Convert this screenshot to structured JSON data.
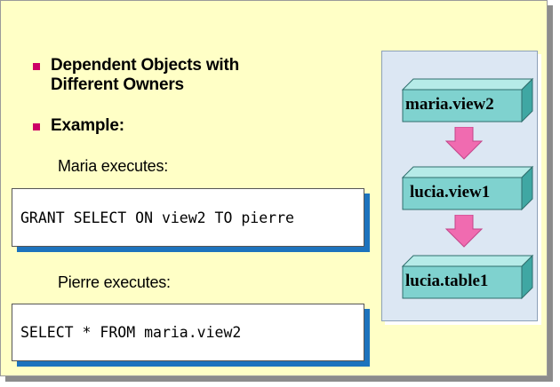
{
  "bullets": [
    {
      "line1": "Dependent Objects with",
      "line2": "Different Owners"
    },
    {
      "line1": "Example:"
    }
  ],
  "maria_caption": "Maria executes:",
  "maria_code": "GRANT SELECT ON view2 TO pierre",
  "pierre_caption": "Pierre executes:",
  "pierre_code": "SELECT * FROM maria.view2",
  "diagram": {
    "nodes": [
      "maria.view2",
      "lucia.view1",
      "lucia.table1"
    ]
  },
  "colors": {
    "slide_bg": "#ffffc6",
    "bullet": "#cc0066",
    "code_shadow": "#1d73bd",
    "box_front": "#7fd2cf",
    "box_top": "#b6ebe8",
    "box_side": "#3fa7a3",
    "arrow": "#f06bb0"
  }
}
